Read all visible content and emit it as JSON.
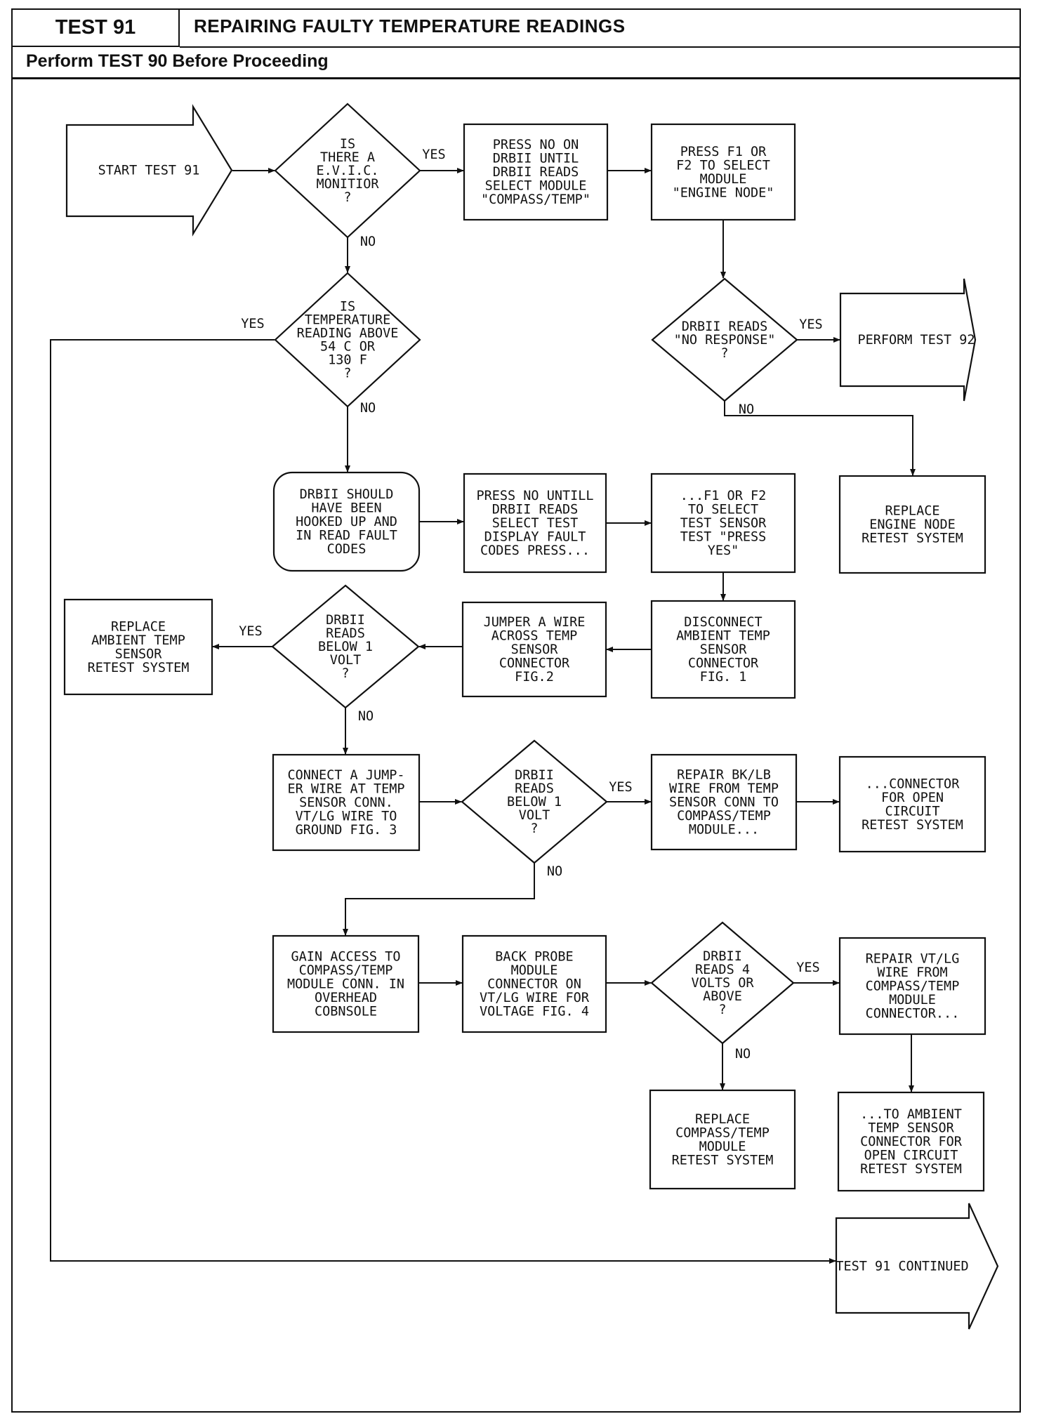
{
  "header": {
    "test_label": "TEST 91",
    "title": "REPAIRING FAULTY TEMPERATURE READINGS",
    "subtitle": "Perform TEST 90 Before Proceeding"
  },
  "nodes": {
    "start": "START TEST 91",
    "evic_decision": [
      "IS",
      "THERE A",
      "E.V.I.C.",
      "MONITIOR",
      "?"
    ],
    "press_no_select_module": [
      "PRESS NO ON",
      "DRBII UNTIL",
      "DRBII READS",
      "SELECT MODULE",
      "\"COMPASS/TEMP\""
    ],
    "press_f1_engine_node": [
      "PRESS F1 OR",
      "F2 TO SELECT",
      "MODULE",
      "\"ENGINE NODE\""
    ],
    "temp_decision": [
      "IS",
      "TEMPERATURE",
      "READING ABOVE",
      "54 C OR",
      "130 F",
      "?"
    ],
    "no_response_decision": [
      "DRBII READS",
      "\"NO RESPONSE\"",
      "?"
    ],
    "perform_test_92": "PERFORM TEST 92",
    "drbii_hooked_up": [
      "DRBII SHOULD",
      "HAVE BEEN",
      "HOOKED UP AND",
      "IN READ FAULT",
      "CODES"
    ],
    "press_no_select_test": [
      "PRESS NO UNTILL",
      "DRBII READS",
      "SELECT TEST",
      "DISPLAY FAULT",
      "CODES PRESS..."
    ],
    "f1_f2_test_sensor": [
      "...F1 OR F2",
      "TO SELECT",
      "TEST SENSOR",
      "TEST \"PRESS",
      "YES\""
    ],
    "replace_engine_node": [
      "REPLACE",
      "ENGINE NODE",
      "RETEST SYSTEM"
    ],
    "replace_ambient_sensor": [
      "REPLACE",
      "AMBIENT TEMP",
      "SENSOR",
      "RETEST SYSTEM"
    ],
    "below_1_volt_decision_a": [
      "DRBII",
      "READS",
      "BELOW 1",
      "VOLT",
      "?"
    ],
    "jumper_wire_fig2": [
      "JUMPER A WIRE",
      "ACROSS TEMP",
      "SENSOR",
      "CONNECTOR",
      "FIG.2"
    ],
    "disconnect_sensor_fig1": [
      "DISCONNECT",
      "AMBIENT TEMP",
      "SENSOR",
      "CONNECTOR",
      "FIG. 1"
    ],
    "connect_jumper_fig3": [
      "CONNECT A JUMP-",
      "ER WIRE AT TEMP",
      "SENSOR CONN.",
      "VT/LG WIRE TO",
      "GROUND FIG. 3"
    ],
    "below_1_volt_decision_b": [
      "DRBII",
      "READS",
      "BELOW 1",
      "VOLT",
      "?"
    ],
    "repair_bk_lb_wire": [
      "REPAIR BK/LB",
      "WIRE FROM TEMP",
      "SENSOR CONN TO",
      "COMPASS/TEMP",
      "MODULE..."
    ],
    "connector_open_circuit": [
      "...CONNECTOR",
      "FOR OPEN",
      "CIRCUIT",
      "RETEST SYSTEM"
    ],
    "gain_access_module": [
      "GAIN ACCESS TO",
      "COMPASS/TEMP",
      "MODULE CONN. IN",
      "OVERHEAD",
      "COBNSOLE"
    ],
    "back_probe_fig4": [
      "BACK PROBE",
      "MODULE",
      "CONNECTOR ON",
      "VT/LG WIRE FOR",
      "VOLTAGE FIG. 4"
    ],
    "four_volts_decision": [
      "DRBII",
      "READS 4",
      "VOLTS OR",
      "ABOVE",
      "?"
    ],
    "repair_vt_lg_wire": [
      "REPAIR VT/LG",
      "WIRE FROM",
      "COMPASS/TEMP",
      "MODULE",
      "CONNECTOR..."
    ],
    "replace_compass_module": [
      "REPLACE",
      "COMPASS/TEMP",
      "MODULE",
      "RETEST SYSTEM"
    ],
    "to_ambient_sensor": [
      "...TO AMBIENT",
      "TEMP SENSOR",
      "CONNECTOR FOR",
      "OPEN CIRCUIT",
      "RETEST SYSTEM"
    ],
    "test_91_continued": "TEST 91 CONTINUED"
  },
  "branch_labels": {
    "yes": "YES",
    "no": "NO"
  }
}
